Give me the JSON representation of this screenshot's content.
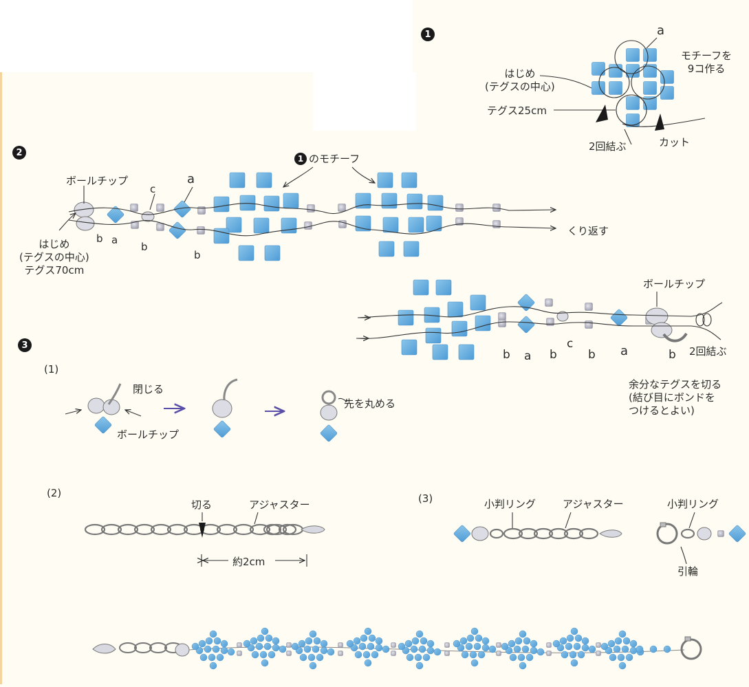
{
  "step1": {
    "number": "1",
    "label_a": "a",
    "motif_note_line1": "モチーフを",
    "motif_note_line2": "9コ作る",
    "start_line1": "はじめ",
    "start_line2": "(テグスの中心)",
    "thread_length": "テグス25cm",
    "tie_twice": "2回結ぶ",
    "cut": "カット"
  },
  "step2": {
    "number": "2",
    "ball_tip": "ボールチップ",
    "motif_ref_num": "1",
    "motif_ref_text": "のモチーフ",
    "label_a": "a",
    "label_b": "b",
    "label_c": "c",
    "start_line1": "はじめ",
    "start_line2": "(テグスの中心)",
    "thread_length": "テグス70cm",
    "repeat": "くり返す",
    "end_ball_tip": "ボールチップ",
    "end_labels": [
      "b",
      "a",
      "b",
      "c",
      "b",
      "a",
      "b"
    ],
    "tie_twice": "2回結ぶ",
    "trim_line1": "余分なテグスを切る",
    "trim_line2": "(結び目にボンドを",
    "trim_line3": "つけるとよい)"
  },
  "step3": {
    "number": "3",
    "sub1": "(1)",
    "close": "閉じる",
    "ball_tip": "ボールチップ",
    "round_tip": "先を丸める",
    "sub2": "(2)",
    "cut": "切る",
    "adjuster": "アジャスター",
    "length": "約2cm",
    "sub3": "(3)",
    "jump_ring_left": "小判リング",
    "adjuster_right": "アジャスター",
    "jump_ring_right": "小判リング",
    "clasp": "引輪"
  },
  "colors": {
    "bead_blue": "#5ba7dc",
    "bead_blue_light": "#8cc6ea",
    "seed_grey": "#b9b9c6",
    "thread": "#333333",
    "arrow_purple": "#5a4fa8"
  }
}
